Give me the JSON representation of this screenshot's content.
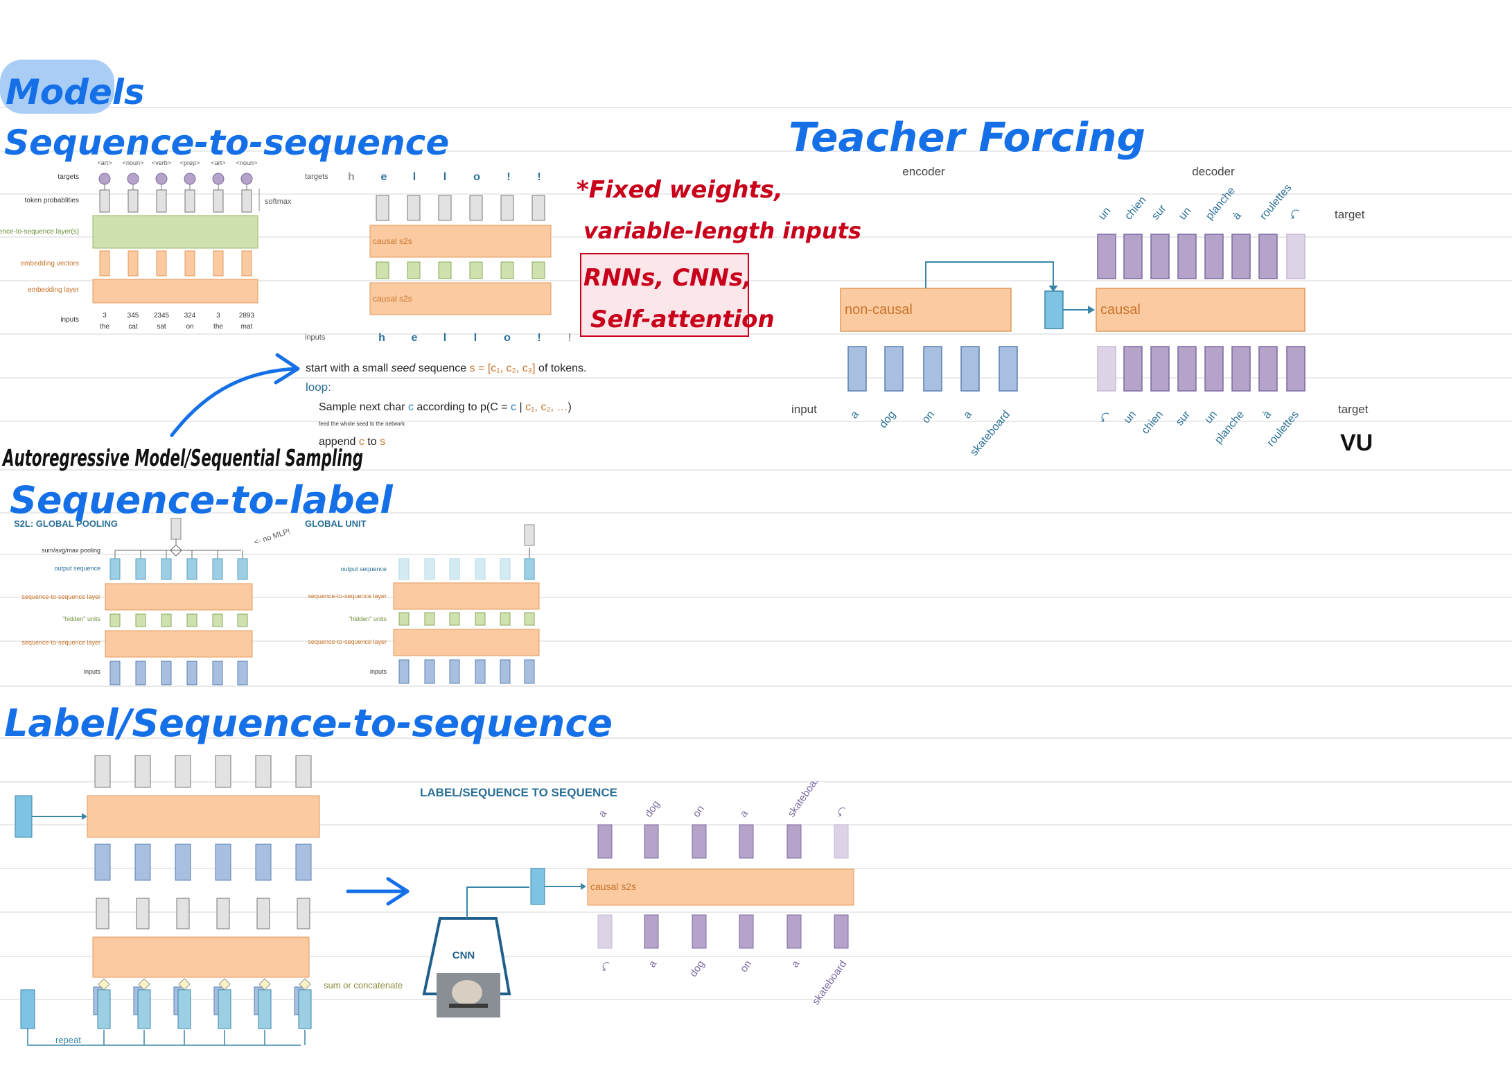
{
  "headings": {
    "models": "Models",
    "seq2seq": "Sequence-to-sequence",
    "teacher_forcing": "Teacher Forcing",
    "seq2label": "Sequence-to-label",
    "label2seq": "Label/Sequence-to-sequence"
  },
  "seq2seq_left": {
    "tags": [
      "<art>",
      "<noun>",
      "<verb>",
      "<prep>",
      "<art>",
      "<noun>"
    ],
    "row_labels": [
      "targets",
      "token probablities",
      "sequence-to-sequence layer(s)",
      "embedding vectors",
      "embedding layer",
      "inputs"
    ],
    "softmax": "softmax",
    "input_ids": [
      "3",
      "345",
      "2345",
      "324",
      "3",
      "2893"
    ],
    "input_words": [
      "the",
      "cat",
      "sat",
      "on",
      "the",
      "mat"
    ]
  },
  "seq2seq_right": {
    "targets_label": "targets",
    "targets": [
      "h",
      "e",
      "l",
      "l",
      "o",
      "!",
      "!"
    ],
    "causal_label": "causal s2s",
    "inputs_label": "inputs",
    "inputs": [
      "h",
      "e",
      "l",
      "l",
      "o",
      "!",
      "!"
    ]
  },
  "annotations": {
    "fixed_weights": "*Fixed weights,",
    "variable_length": "variable-length inputs",
    "rnns_cnns": "RNNs, CNNs,",
    "self_attention": "Self-attention",
    "autoregressive": "Autoregressive Model/Sequential Sampling",
    "no_mlp": "<- no MLP!"
  },
  "sampling": {
    "line1_pre": "start with a  small ",
    "line1_seed": "seed",
    "line1_mid": " sequence ",
    "line1_s": "s = [c₁, c₂, c₃]",
    "line1_post": " of tokens.",
    "loop": "loop:",
    "line3_pre": "Sample next char ",
    "line3_c": "c",
    "line3_mid": " according to  p(C = ",
    "line3_c2": "c",
    "line3_bar": " | ",
    "line3_cs": "c₁, c₂, …",
    "line3_end": ")",
    "note": "feed the whole seed to the network",
    "line5_pre": "append ",
    "line5_c": "c",
    "line5_mid": " to ",
    "line5_s": "s"
  },
  "teacher_forcing": {
    "encoder": "encoder",
    "decoder": "decoder",
    "non_causal": "non-causal",
    "causal": "causal",
    "input_label": "input",
    "target_top": "target",
    "target_bottom": "target",
    "inputs": [
      "a",
      "dog",
      "on",
      "a",
      "skateboard"
    ],
    "decoder_targets": [
      "un",
      "chien",
      "sur",
      "un",
      "planche",
      "à",
      "roulettes",
      "⤺"
    ],
    "decoder_inputs": [
      "⤺",
      "un",
      "chien",
      "sur",
      "un",
      "planche",
      "à",
      "roulettes"
    ],
    "vu": "VU"
  },
  "seq2label_left": {
    "title": "S2L: GLOBAL POOLING",
    "labels": [
      "sum/avg/max pooling",
      "output sequence",
      "sequence-to-sequence layer",
      "\"hidden\" units",
      "sequence-to-sequence layer",
      "inputs"
    ]
  },
  "seq2label_right": {
    "title": "GLOBAL UNIT",
    "labels": [
      "output sequence",
      "sequence-to-sequence layer",
      "\"hidden\" units",
      "sequence-to-sequence layer",
      "inputs"
    ]
  },
  "label2seq_left": {
    "sum_or_concat": "sum or concatenate",
    "repeat": "repeat"
  },
  "label2seq_right": {
    "title": "LABEL/SEQUENCE TO SEQUENCE",
    "targets": [
      "a",
      "dog",
      "on",
      "a",
      "skateboa.",
      "⤺"
    ],
    "causal_label": "causal s2s",
    "cnn": "CNN",
    "inputs": [
      "⤺",
      "a",
      "dog",
      "on",
      "a",
      "skateboard"
    ]
  },
  "colors": {
    "hand_blue": "#1570e8",
    "hand_red": "#c8001a",
    "orange_fill": "#fbcaa0",
    "orange_text": "#c8742a",
    "purple": "#b5a3c9",
    "light_purple": "#dcd3e6",
    "blue_bar": "#a8bfdf",
    "cyan_bar": "#9ccfe3",
    "gray_bar": "#e2e2e2",
    "green_bar": "#cfe1ae"
  }
}
